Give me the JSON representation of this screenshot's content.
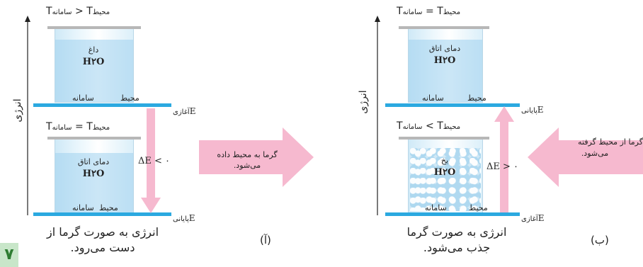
{
  "panel_a": {
    "axis_label": "انرژی",
    "top_relation": {
      "t": "T",
      "sub_system": "سامانه",
      "op": ">",
      "t2": "T",
      "sub_env": "محیط"
    },
    "top_beaker": {
      "state": "داغ",
      "formula": "H۲O"
    },
    "top_labels": {
      "system": "سامانه",
      "env": "محیط"
    },
    "mid_level": {
      "e": "E",
      "label": "آغازی"
    },
    "bottom_relation": {
      "t": "T",
      "sub_system": "سامانه",
      "op": "=",
      "t2": "T",
      "sub_env": "محیط"
    },
    "bottom_beaker": {
      "state": "دمای اتاق",
      "formula": "H۲O"
    },
    "bottom_labels": {
      "system": "سامانه",
      "env": "محیط"
    },
    "bottom_level": {
      "e": "E",
      "label": "پایانی"
    },
    "delta": "ΔE < ۰",
    "arrow_text": [
      "گرما به محیط داده",
      "می‌شود."
    ],
    "caption": [
      "انرژی به صورت گرما از",
      "دست می‌رود."
    ],
    "tag": "(آ)"
  },
  "panel_b": {
    "axis_label": "انرژی",
    "top_relation": {
      "t": "T",
      "sub_system": "سامانه",
      "op": "=",
      "t2": "T",
      "sub_env": "محیط"
    },
    "top_beaker": {
      "state": "دمای اتاق",
      "formula": "H۲O"
    },
    "top_labels": {
      "system": "سامانه",
      "env": "محیط"
    },
    "mid_level": {
      "e": "E",
      "label": "پایانی"
    },
    "bottom_relation": {
      "t": "T",
      "sub_system": "سامانه",
      "op": "<",
      "t2": "T",
      "sub_env": "محیط"
    },
    "bottom_beaker": {
      "state": "یخ",
      "formula": "H۲O"
    },
    "bottom_labels": {
      "system": "سامانه",
      "env": "محیط"
    },
    "bottom_level": {
      "e": "E",
      "label": "آغازی"
    },
    "delta": "ΔE > ۰",
    "arrow_text": [
      "گرما از محیط گرفته",
      "می‌شود."
    ],
    "caption": [
      "انرژی به صورت گرما",
      "جذب می‌شود."
    ],
    "tag": "(ب)"
  },
  "page_number": "۷",
  "colors": {
    "level": "#2ba9e0",
    "arrow": "#f6b9cf",
    "rim": "#b7b7b7",
    "page_tab": "#c8e6c9"
  }
}
